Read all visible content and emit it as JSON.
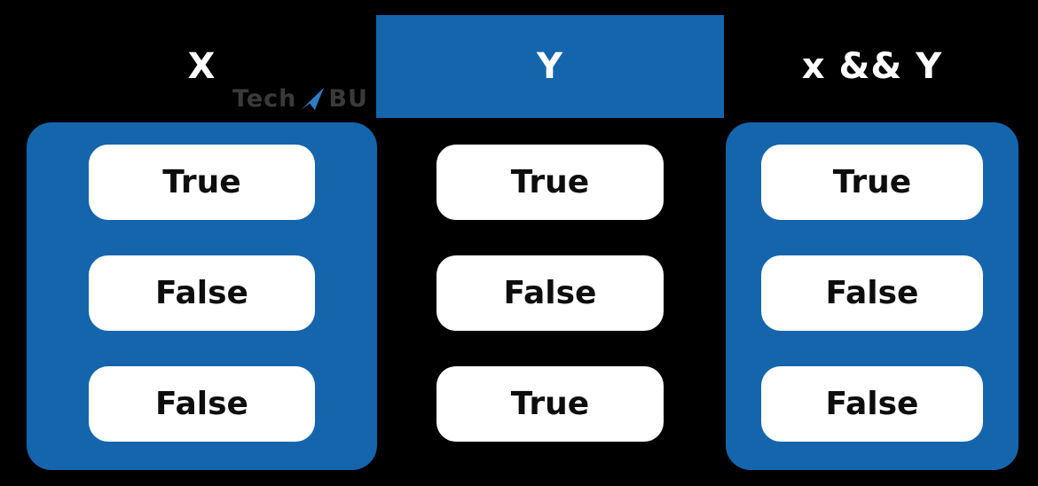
{
  "colors": {
    "background": "#000000",
    "accent_blue": "#1565ad",
    "pill_bg": "#ffffff",
    "header_text": "#ffffff",
    "text_dark": "#0d0d0d",
    "watermark_text": "#3a3a3a",
    "watermark_icon": "#2e7cc3"
  },
  "watermark": {
    "part1": "Tech",
    "part2": "BU",
    "icon": "techabu-logo-icon"
  },
  "table": {
    "columns": [
      {
        "header": "X",
        "values": [
          "True",
          "False",
          "False"
        ]
      },
      {
        "header": "Y",
        "values": [
          "True",
          "False",
          "True"
        ]
      },
      {
        "header": "x && Y",
        "values": [
          "True",
          "False",
          "False"
        ]
      }
    ]
  },
  "chart_data": {
    "type": "table",
    "columns": [
      "X",
      "Y",
      "x && Y"
    ],
    "rows": [
      [
        "True",
        "True",
        "True"
      ],
      [
        "False",
        "False",
        "False"
      ],
      [
        "False",
        "True",
        "False"
      ]
    ]
  }
}
